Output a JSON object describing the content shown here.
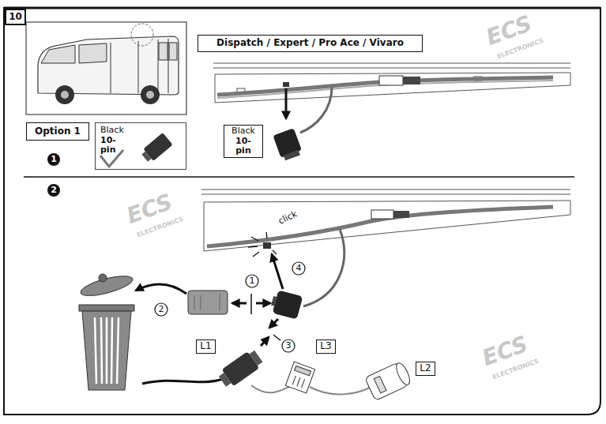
{
  "diagram": {
    "nodes": [
      {
        "text": [
          "10"
        ]
      },
      {
        "text": [
          "Dispatch / Expert / Pro Ace / Vivaro"
        ]
      },
      {
        "text": [
          "Option 1"
        ]
      },
      {
        "text": [
          "1"
        ]
      },
      {
        "text": [
          "Black 10-pin"
        ]
      },
      {
        "text": [
          "Black 10-pin"
        ]
      },
      {
        "text": [
          "2"
        ]
      },
      {
        "text": [
          "1"
        ]
      },
      {
        "text": [
          "4"
        ]
      },
      {
        "text": [
          "2"
        ]
      },
      {
        "text": [
          "L1"
        ]
      },
      {
        "text": [
          "3"
        ]
      },
      {
        "text": [
          "L3"
        ]
      },
      {
        "text": [
          "L2"
        ]
      }
    ],
    "labels": [
      "click",
      "ECS",
      "ELECTRONICS",
      "ECS",
      "ELECTRONICS",
      "ECS",
      "ELECTRONICS"
    ]
  }
}
